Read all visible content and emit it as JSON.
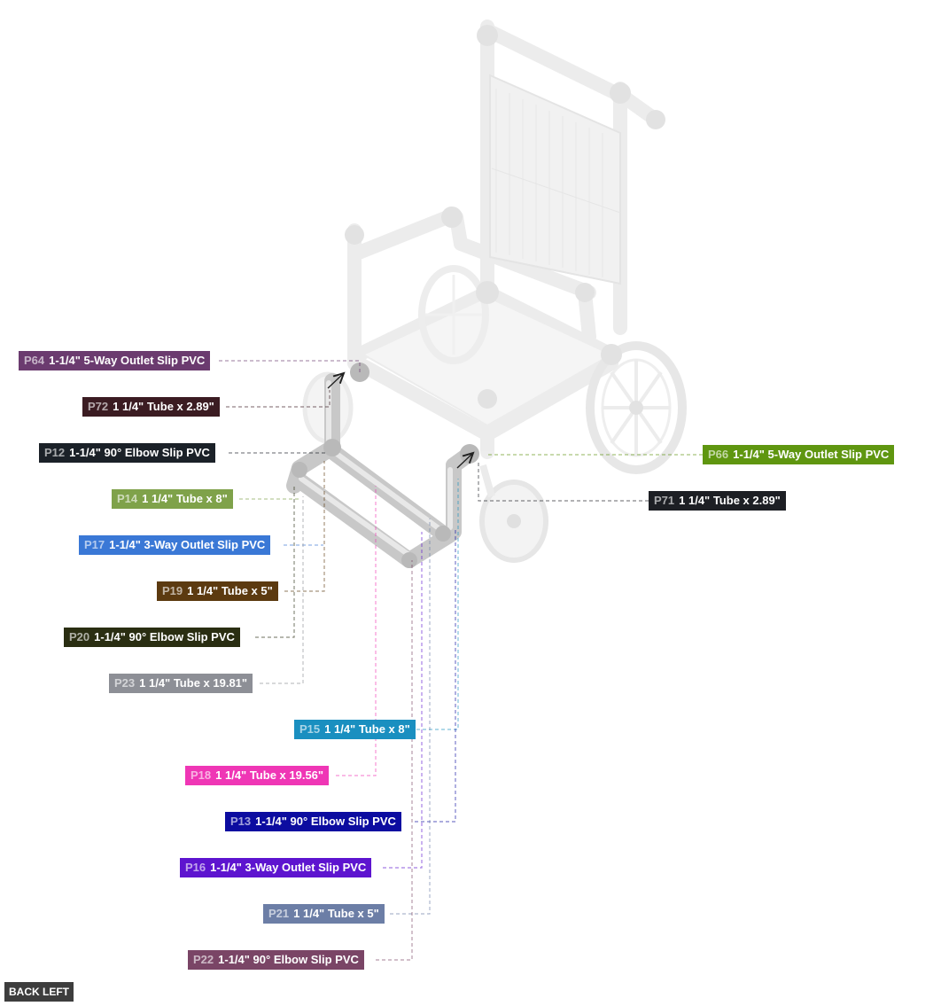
{
  "view_label": "BACK LEFT",
  "parts": [
    {
      "id": "P64",
      "desc": "1-1/4\" 5-Way Outlet Slip PVC",
      "color": "#6b3b6f"
    },
    {
      "id": "P72",
      "desc": "1 1/4\" Tube x 2.89\"",
      "color": "#3b1c22"
    },
    {
      "id": "P12",
      "desc": "1-1/4\" 90° Elbow Slip PVC",
      "color": "#1b2128"
    },
    {
      "id": "P14",
      "desc": "1 1/4\" Tube x 8\"",
      "color": "#7fa24a"
    },
    {
      "id": "P17",
      "desc": "1-1/4\" 3-Way Outlet Slip PVC",
      "color": "#3a78d6"
    },
    {
      "id": "P19",
      "desc": "1 1/4\" Tube x 5\"",
      "color": "#5c3a10"
    },
    {
      "id": "P20",
      "desc": "1-1/4\" 90° Elbow Slip PVC",
      "color": "#2a2e12"
    },
    {
      "id": "P23",
      "desc": "1 1/4\" Tube x 19.81\"",
      "color": "#8d8f96"
    },
    {
      "id": "P15",
      "desc": "1 1/4\" Tube x 8\"",
      "color": "#1a8fc0"
    },
    {
      "id": "P18",
      "desc": "1 1/4\" Tube x 19.56\"",
      "color": "#ef36b5"
    },
    {
      "id": "P13",
      "desc": "1-1/4\" 90° Elbow Slip PVC",
      "color": "#0c0ca0"
    },
    {
      "id": "P16",
      "desc": "1-1/4\" 3-Way Outlet Slip PVC",
      "color": "#5d14cf"
    },
    {
      "id": "P21",
      "desc": "1 1/4\" Tube x 5\"",
      "color": "#6c7ea6"
    },
    {
      "id": "P22",
      "desc": "1-1/4\" 90° Elbow Slip PVC",
      "color": "#7a4566"
    },
    {
      "id": "P66",
      "desc": "1-1/4\" 5-Way Outlet Slip PVC",
      "color": "#5f9610"
    },
    {
      "id": "P71",
      "desc": "1 1/4\" Tube x 2.89\"",
      "color": "#1d1f24"
    }
  ]
}
